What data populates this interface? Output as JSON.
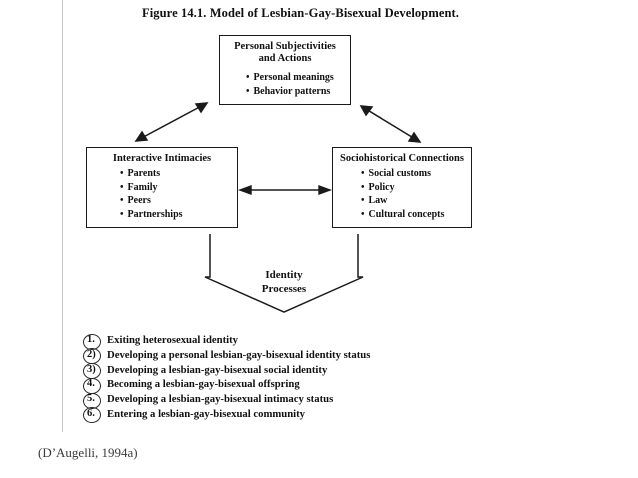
{
  "figure": {
    "title": "Figure 14.1. Model of Lesbian-Gay-Bisexual Development.",
    "citation": "(D’Augelli, 1994a)"
  },
  "nodes": {
    "top": {
      "title_line1": "Personal Subjectivities",
      "title_line2": "and Actions",
      "items": [
        "Personal meanings",
        "Behavior patterns"
      ]
    },
    "left": {
      "title": "Interactive Intimacies",
      "items": [
        "Parents",
        "Family",
        "Peers",
        "Partnerships"
      ]
    },
    "right": {
      "title": "Sociohistorical Connections",
      "items": [
        "Social customs",
        "Policy",
        "Law",
        "Cultural concepts"
      ]
    }
  },
  "process_arrow": {
    "label_line1": "Identity",
    "label_line2": "Processes"
  },
  "stages": [
    {
      "number": "1.",
      "text": "Exiting heterosexual identity"
    },
    {
      "number": "2)",
      "text": "Developing a personal lesbian-gay-bisexual identity status"
    },
    {
      "number": "3)",
      "text": "Developing a lesbian-gay-bisexual social identity"
    },
    {
      "number": "4.",
      "text": "Becoming a lesbian-gay-bisexual offspring"
    },
    {
      "number": "5.",
      "text": "Developing a lesbian-gay-bisexual intimacy status"
    },
    {
      "number": "6.",
      "text": "Entering a lesbian-gay-bisexual community"
    }
  ],
  "colors": {
    "ink": "#111111",
    "box_border": "#1a1a1a",
    "scan_edge": "#c9c9c9",
    "page_background": "#ffffff"
  }
}
